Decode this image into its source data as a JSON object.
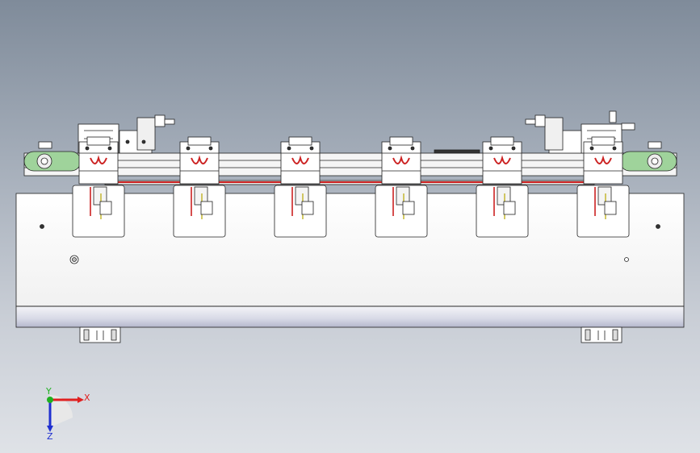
{
  "triad": {
    "x_label": "X",
    "y_label": "Y",
    "z_label": "Z",
    "x_color": "#e02020",
    "y_color": "#20b020",
    "z_color": "#2030d0"
  },
  "model": {
    "station_count": 6,
    "wheel_color": "#9fd39b",
    "rail_accent_color": "#cc2222",
    "frame_fill": "#ffffff",
    "frame_stroke": "#222222"
  }
}
